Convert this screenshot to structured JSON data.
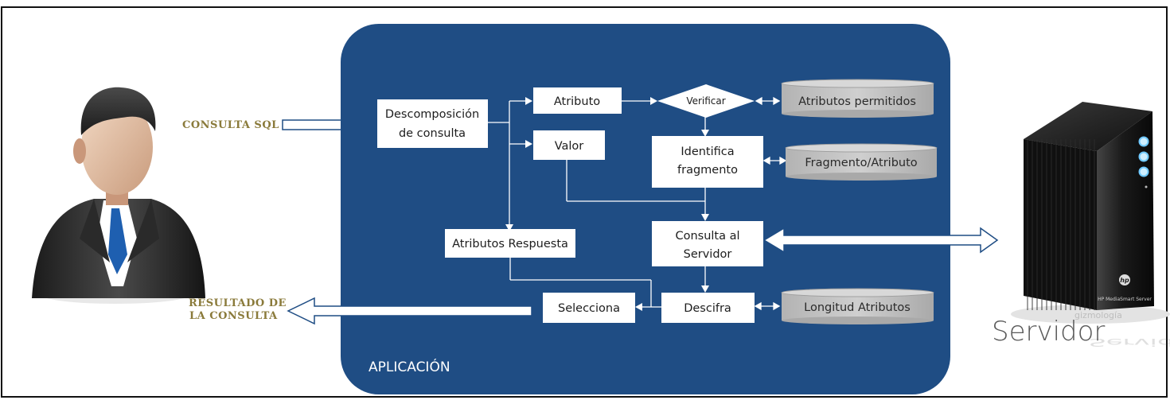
{
  "user": {
    "query_label": "CONSULTA SQL",
    "result_label_line1": "RESULTADO DE",
    "result_label_line2": "LA CONSULTA"
  },
  "app": {
    "label": "APLICACIÓN",
    "boxes": {
      "descomposicion_line1": "Descomposición",
      "descomposicion_line2": "de consulta",
      "atributo": "Atributo",
      "verificar": "Verificar",
      "valor": "Valor",
      "identifica_line1": "Identifica",
      "identifica_line2": "fragmento",
      "atributos_respuesta": "Atributos Respuesta",
      "consulta_line1": "Consulta al",
      "consulta_line2": "Servidor",
      "selecciona": "Selecciona",
      "descifra": "Descifra"
    },
    "databases": {
      "atributos_permitidos": "Atributos permitidos",
      "fragmento_atributo": "Fragmento/Atributo",
      "longitud_atributos": "Longitud Atributos"
    }
  },
  "server": {
    "label": "Servidor",
    "brand": "HP MediaSmart Server",
    "reflection": "Servidor",
    "watermark": "gizmología"
  },
  "colors": {
    "app_background": "#1f4d84",
    "box_fill": "#ffffff",
    "db_fill": "#bfbfbf",
    "label_gold": "#8a7a3a"
  }
}
